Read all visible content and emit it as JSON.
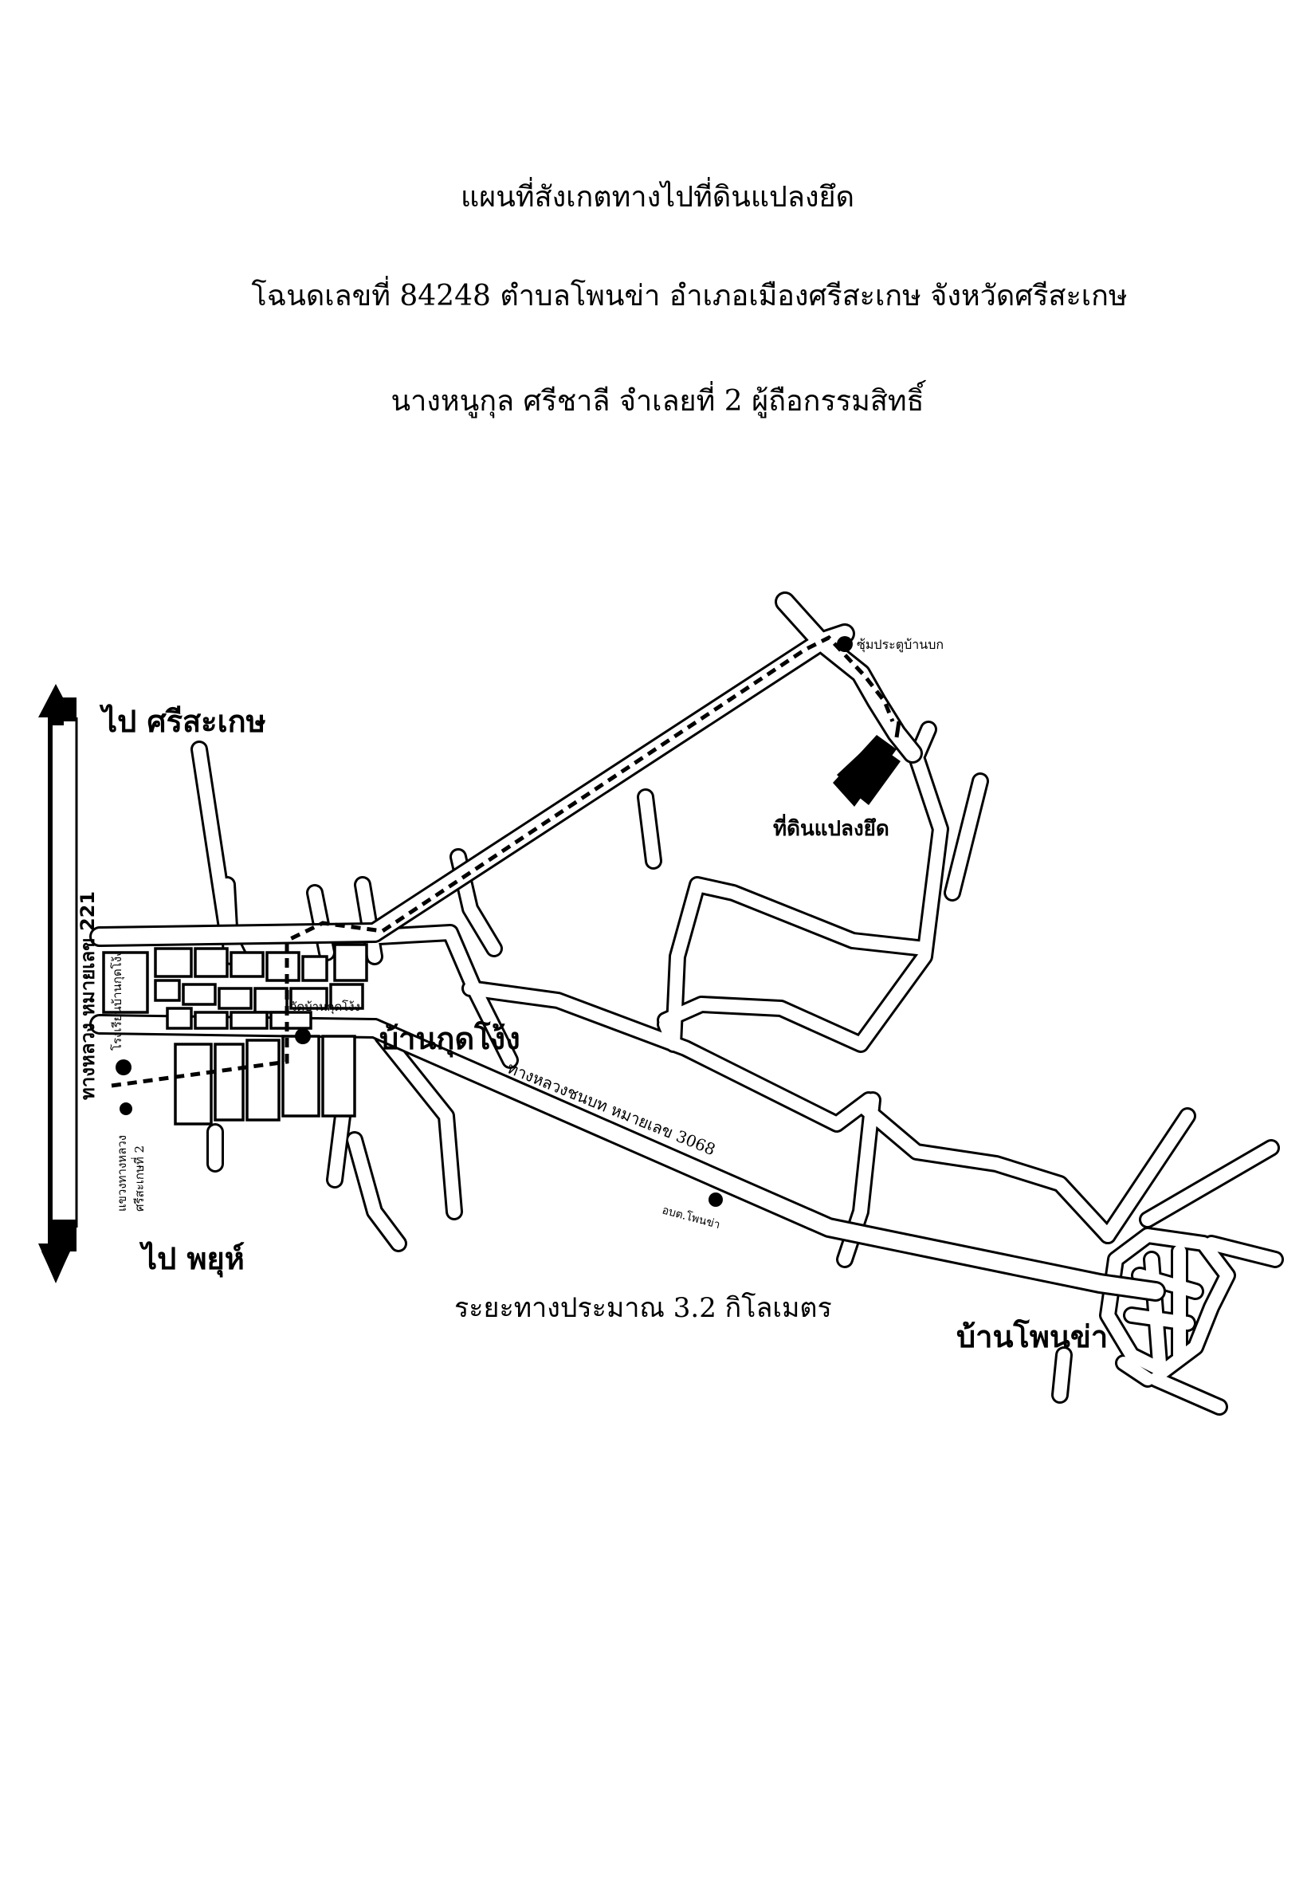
{
  "document": {
    "title_line1": "แผนที่สังเกตทางไปที่ดินแปลงยึด",
    "title_line2": "โฉนดเลขที่  84248  ตำบลโพนข่า  อำเภอเมืองศรีสะเกษ  จังหวัดศรีสะเกษ",
    "title_line3": "นางหนูกุล  ศรีชาลี  จำเลยที่  2  ผู้ถือกรรมสิทธิ์"
  },
  "map": {
    "north_label": "ไป  ศรีสะเกษ",
    "south_label": "ไป  พยุห์",
    "highway_label": "ทางหลวง  หมายเลข  221",
    "rural_road_label": "ทางหลวงชนบท  หมายเลข 3068",
    "distance_text": "ระยะทางประมาณ 3.2  กิโลเมตร",
    "village_kudchong": "บ้านกุดโง้ง",
    "village_phonkha": "บ้านโพนข่า",
    "seized_land_label": "ที่ดินแปลงยึด",
    "landmarks": {
      "school": "โรงเรียนบ้านกุดโง้ง",
      "temple": "วัดบ้านกุดโง้ง",
      "district_office": "แขวงทางหลวง\nศรีสะเกษที่ 2",
      "sao_office": "อบต.โพนข่า",
      "gate_arch": "ซุ้มประตูบ้านบก"
    }
  }
}
